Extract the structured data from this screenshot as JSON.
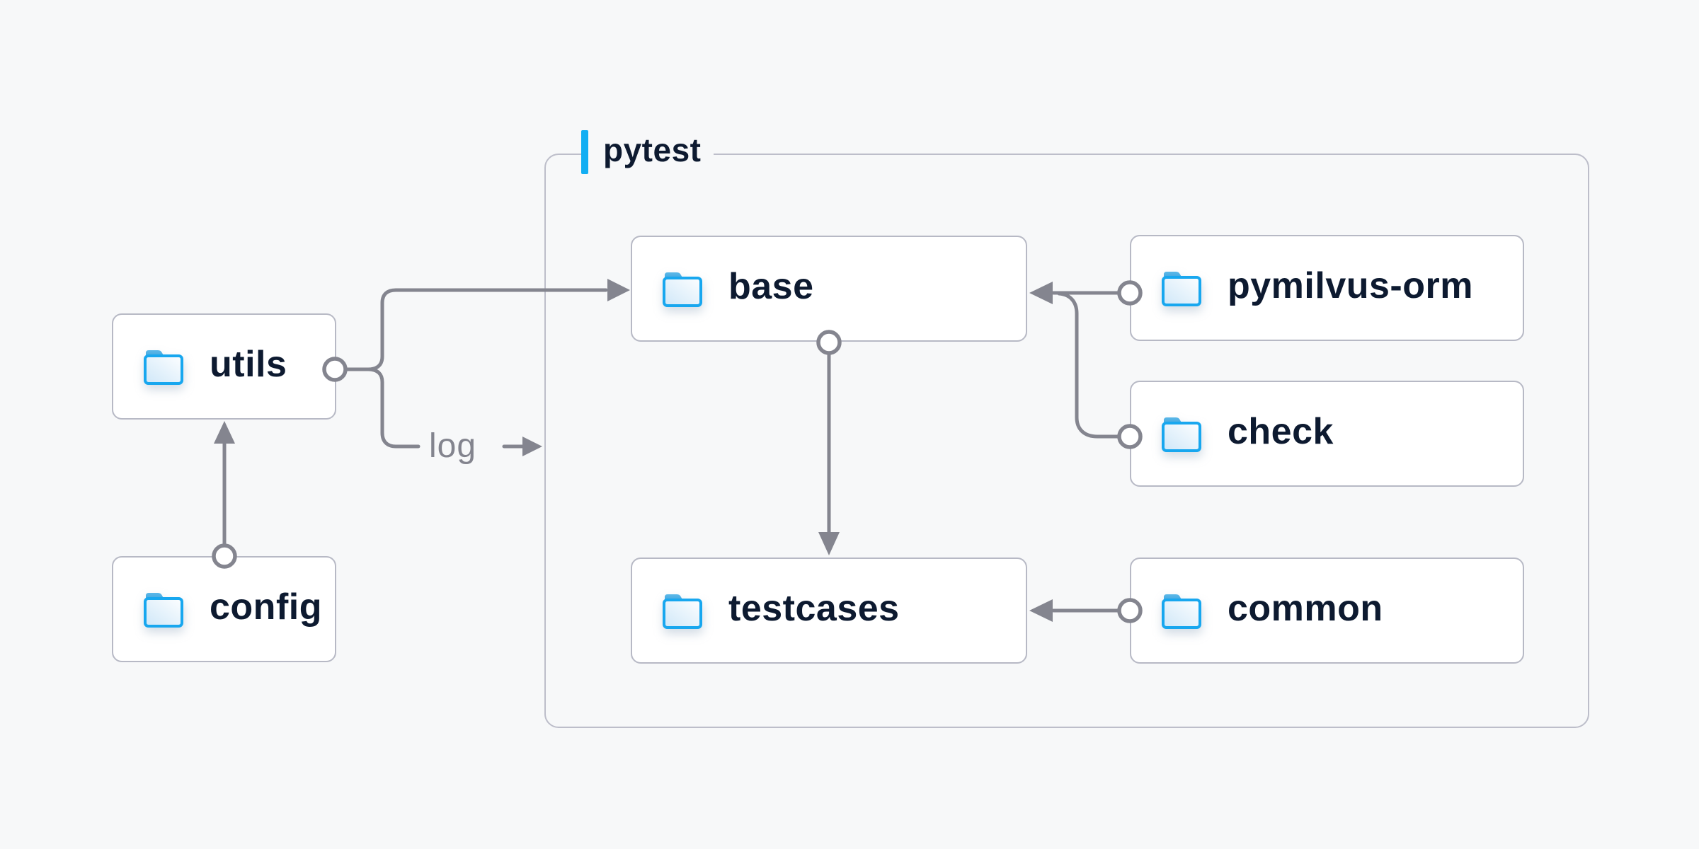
{
  "diagram": {
    "background_color": "#F7F8F9",
    "group": {
      "label": "pytest",
      "accent_color": "#12AEF3",
      "border_color": "#BDBECA"
    },
    "nodes": {
      "utils": {
        "label": "utils",
        "icon": "folder-icon"
      },
      "config": {
        "label": "config",
        "icon": "folder-icon"
      },
      "base": {
        "label": "base",
        "icon": "folder-icon",
        "group": "pytest"
      },
      "pymilvus_orm": {
        "label": "pymilvus-orm",
        "icon": "folder-icon",
        "group": "pytest"
      },
      "check": {
        "label": "check",
        "icon": "folder-icon",
        "group": "pytest"
      },
      "testcases": {
        "label": "testcases",
        "icon": "folder-icon",
        "group": "pytest"
      },
      "common": {
        "label": "common",
        "icon": "folder-icon",
        "group": "pytest"
      }
    },
    "edges": [
      {
        "from": "config",
        "to": "utils",
        "type": "arrow"
      },
      {
        "from": "utils",
        "to": "base",
        "type": "arrow"
      },
      {
        "from": "utils",
        "to": "log",
        "type": "labeled-arrow",
        "label": "log"
      },
      {
        "from": "base",
        "to": "testcases",
        "type": "arrow"
      },
      {
        "from": "pymilvus_orm",
        "to": "base",
        "type": "arrow"
      },
      {
        "from": "check",
        "to": "base",
        "type": "arrow"
      },
      {
        "from": "common",
        "to": "testcases",
        "type": "arrow"
      }
    ],
    "edge_label": "log",
    "colors": {
      "accent_blue": "#12AEF3",
      "folder_stroke_blue": "#18A7EF",
      "folder_tab_blue": "#47A9DC",
      "folder_fill_light": "#D5EAF8",
      "connector_gray": "#84858F",
      "node_border": "#B7B9C5",
      "node_background": "#FFFFFF",
      "text_dark": "#0D1A30",
      "text_gray": "#83848E"
    }
  }
}
